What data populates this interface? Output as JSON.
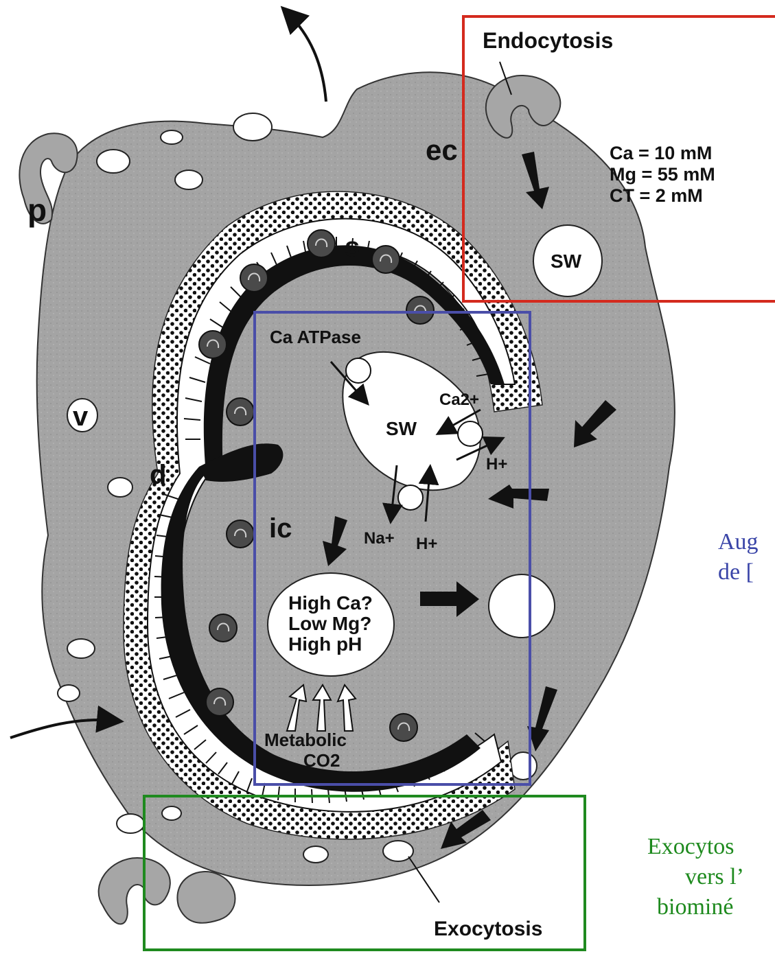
{
  "labels": {
    "endocytosis": "Endocytosis",
    "exocytosis": "Exocytosis",
    "ec": "ec",
    "p": "p",
    "s": "s",
    "v": "v",
    "d": "d",
    "ic": "ic",
    "sw_top": "SW",
    "sw_center": "SW",
    "ca_atpase": "Ca ATPase",
    "ca2plus": "Ca2+",
    "h_plus_right": "H+",
    "na_plus": "Na+",
    "h_plus_bottom": "H+",
    "conc_ca": "Ca = 10 mM",
    "conc_mg": "Mg = 55 mM",
    "conc_ct": "CT = 2 mM",
    "high_ca": "High Ca?",
    "low_mg": "Low Mg?",
    "high_ph": "High pH",
    "metabolic": "Metabolic",
    "co2": "CO2"
  },
  "side_text": {
    "blue_line1": "Aug",
    "blue_line2": "de [",
    "green_line1": "Exocytos",
    "green_line2": "vers l’",
    "green_line3": "biominé"
  },
  "colors": {
    "endocytosis_box": "#d42a1e",
    "ion_transport_box": "#4a4ea8",
    "exocytosis_box": "#1f8a1f",
    "cell_fill": "#a6a6a6",
    "side_text_blue": "#3a45a8",
    "side_text_green": "#1e8a1e"
  }
}
